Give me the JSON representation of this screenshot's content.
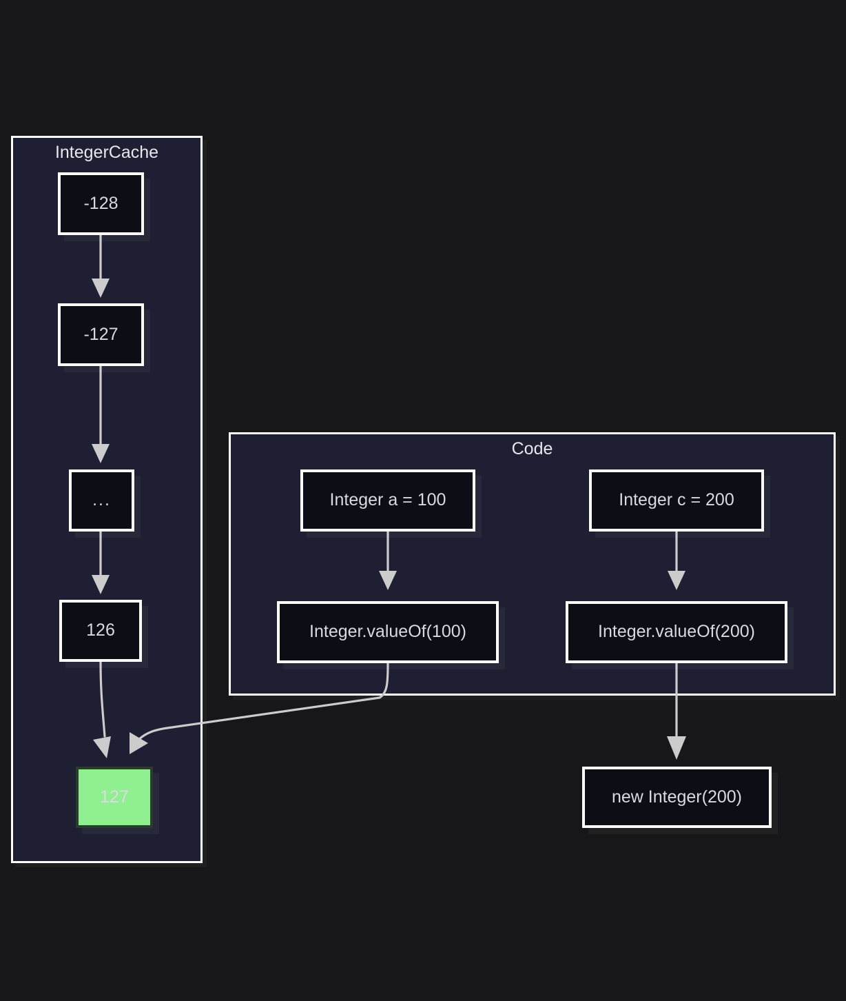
{
  "diagram": {
    "type": "flowchart",
    "background_color": "#171719",
    "subgraph_fill": "#1f1f33",
    "subgraph_stroke": "#ffffff",
    "node_fill": "#0d0d16",
    "node_stroke": "#ffffff",
    "node_text_color": "#d9d9df",
    "edge_color": "#cccccc",
    "highlight_fill": "#90ef90",
    "highlight_stroke": "#2d3b2d",
    "highlight_text_color": "#dcdce2"
  },
  "subgraphs": [
    {
      "id": "integercache",
      "title": "IntegerCache"
    },
    {
      "id": "code",
      "title": "Code"
    }
  ],
  "nodes": {
    "cache_min": "-128",
    "cache_m127": "-127",
    "cache_ellipsis": "...",
    "cache_126": "126",
    "cache_127": "127",
    "code_a": "Integer a = 100",
    "code_valueof100": "Integer.valueOf(100)",
    "code_c": "Integer c = 200",
    "code_valueof200": "Integer.valueOf(200)",
    "new_integer_200": "new Integer(200)"
  },
  "edges": [
    {
      "from": "cache_min",
      "to": "cache_m127",
      "label": ""
    },
    {
      "from": "cache_m127",
      "to": "cache_ellipsis",
      "label": ""
    },
    {
      "from": "cache_ellipsis",
      "to": "cache_126",
      "label": ""
    },
    {
      "from": "cache_126",
      "to": "cache_127",
      "label": ""
    },
    {
      "from": "code_a",
      "to": "code_valueof100",
      "label": ""
    },
    {
      "from": "code_valueof100",
      "to": "cache_127",
      "label": ""
    },
    {
      "from": "code_c",
      "to": "code_valueof200",
      "label": ""
    },
    {
      "from": "code_valueof200",
      "to": "new_integer_200",
      "label": ""
    }
  ]
}
